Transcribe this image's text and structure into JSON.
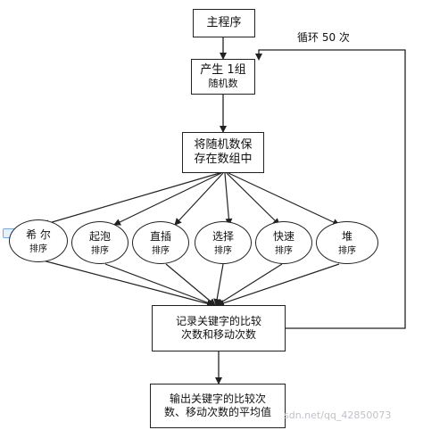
{
  "flowchart": {
    "main": "主程序",
    "generate": {
      "line1": "产生 1组",
      "line2": "随机数"
    },
    "save": {
      "line1": "将随机数保",
      "line2": "存在数组中"
    },
    "sorts": [
      {
        "line1": "希 尔",
        "line2": "排序"
      },
      {
        "line1": "起泡",
        "line2": "排序"
      },
      {
        "line1": "直插",
        "line2": "排序"
      },
      {
        "line1": "选择",
        "line2": "排序"
      },
      {
        "line1": "快速",
        "line2": "排序"
      },
      {
        "line1": "堆",
        "line2": "排序"
      }
    ],
    "record": {
      "line1": "记录关键字的比较",
      "line2": "次数和移动次数"
    },
    "output": {
      "line1": "输出关键字的比较次",
      "line2": "数、移动次数的平均值"
    },
    "loop_label": "循环 50 次"
  },
  "watermark": "sdn.net/qq_42850073"
}
